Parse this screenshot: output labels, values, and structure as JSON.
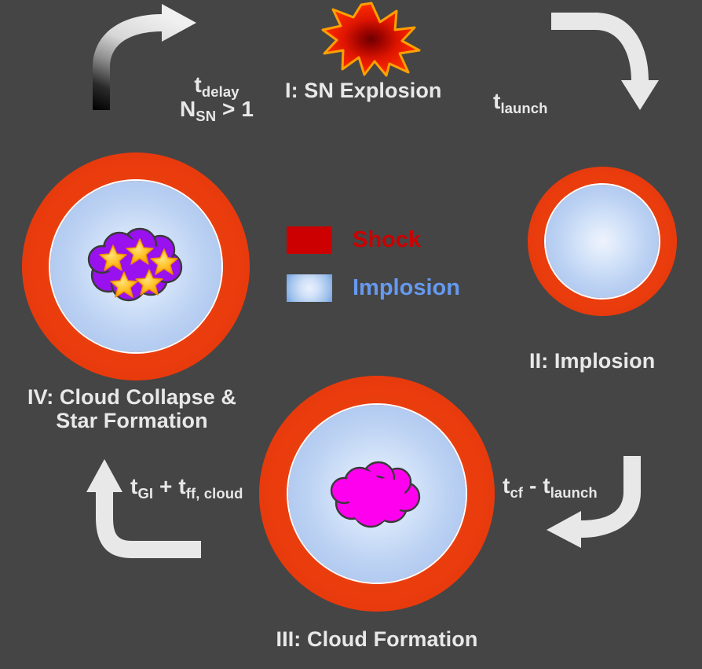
{
  "background_color": "#454545",
  "diagram": {
    "title_sequence": [
      "I: SN Explosion",
      "II: Implosion",
      "III: Cloud Formation",
      "IV: Cloud Collapse & Star Formation"
    ]
  },
  "stages": {
    "one": {
      "label": "I: SN Explosion",
      "icon": "supernova-explosion-star",
      "colors": {
        "outline": "#FFA000",
        "fill_outer": "#FF2A00",
        "fill_center": "#7A0000"
      }
    },
    "two": {
      "label": "II: Implosion",
      "shock_color": "#E8380D",
      "implosion_color": "#BCD2F3",
      "core": "none"
    },
    "three": {
      "label": "III: Cloud Formation",
      "shock_color": "#E8380D",
      "implosion_color": "#BCD2F3",
      "core": "magenta-cloud",
      "core_color": "#FF00EE"
    },
    "four": {
      "label_line1": "IV: Cloud Collapse &",
      "label_line2": "Star Formation",
      "shock_color": "#E8380D",
      "implosion_color": "#BCD2F3",
      "core": "purple-cloud-with-stars",
      "core_color": "#9911EE",
      "star_color": "#FFC42E",
      "star_count": 5
    }
  },
  "transitions": {
    "delay": {
      "var": "t",
      "sub": "delay",
      "condition_var": "N",
      "condition_sub": "SN",
      "condition_rest": " > 1",
      "arrow": "curved-arrow-up-right-gradient"
    },
    "launch": {
      "var": "t",
      "sub": "launch",
      "arrow": "curved-arrow-down-right"
    },
    "cf_minus_launch": {
      "var1": "t",
      "sub1": "cf",
      "operator": " - ",
      "var2": "t",
      "sub2": "launch",
      "arrow": "curved-arrow-down-left"
    },
    "gi_plus_ff": {
      "var1": "t",
      "sub1": "GI",
      "operator": " + ",
      "var2": "t",
      "sub2": "ff, cloud",
      "arrow": "curved-arrow-up-left"
    }
  },
  "legend": {
    "items": [
      {
        "label": "Shock",
        "color": "#CC0000",
        "swatch": "solid"
      },
      {
        "label": "Implosion",
        "color": "#6699EE",
        "swatch": "gradient"
      }
    ]
  }
}
